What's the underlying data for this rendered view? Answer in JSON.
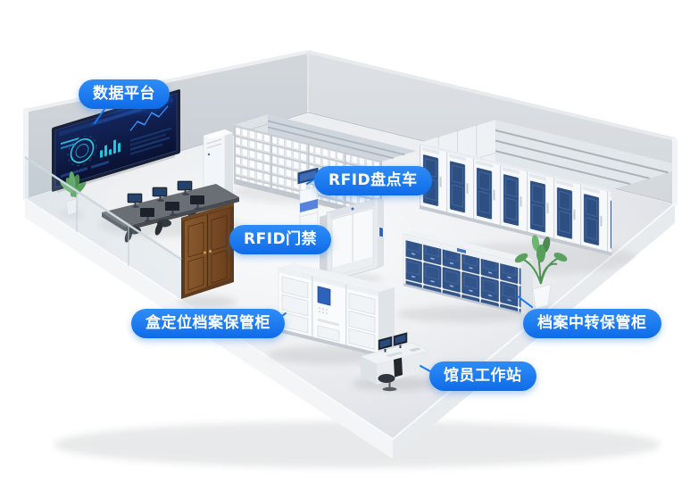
{
  "accent": {
    "label_bg": "#1578f0",
    "label_text": "#ffffff",
    "cabinet_blue": "#2e4f82",
    "screen_bg": "#0c1b4a"
  },
  "labels": [
    {
      "id": "data-platform",
      "text": "数据平台"
    },
    {
      "id": "rfid-inventory-cart",
      "text": "RFID盘点车"
    },
    {
      "id": "rfid-access-control",
      "text": "RFID门禁"
    },
    {
      "id": "box-locating-cabinet",
      "text": "盒定位档案保管柜"
    },
    {
      "id": "archive-transfer-cabinet",
      "text": "档案中转保管柜"
    },
    {
      "id": "librarian-workstation",
      "text": "馆员工作站"
    }
  ]
}
